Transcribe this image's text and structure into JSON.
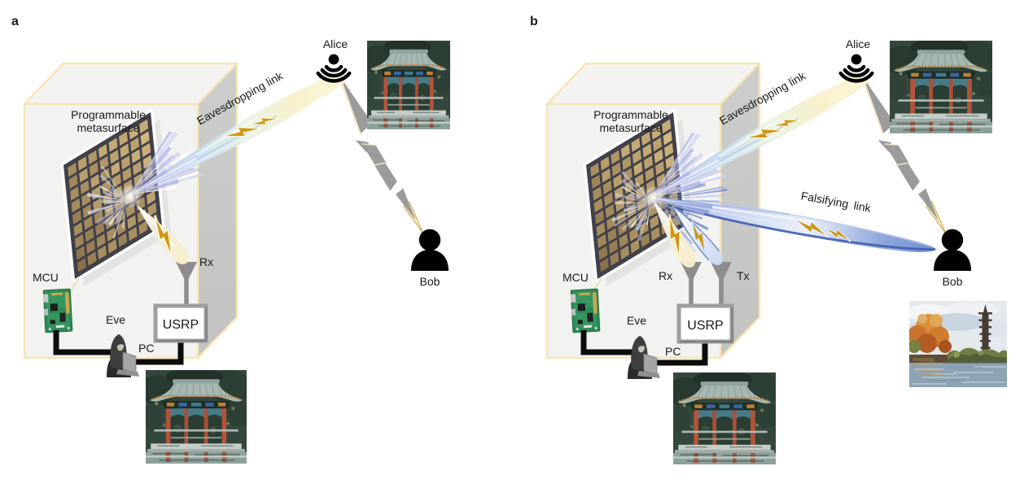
{
  "figure": {
    "type": "scientific-diagram",
    "description": "Two-panel schematic of a programmable-metasurface eavesdropping (a) and falsifying (b) attack between Alice and Bob, controlled by Eve",
    "panels": [
      {
        "id": "a",
        "letter": "a",
        "labels": {
          "metasurface_line1": "Programmable",
          "metasurface_line2": "metasurface",
          "eavesdropping_link": "Eavesdropping link",
          "alice": "Alice",
          "bob": "Bob",
          "mcu": "MCU",
          "eve": "Eve",
          "pc": "PC",
          "usrp": "USRP",
          "rx": "Rx"
        }
      },
      {
        "id": "b",
        "letter": "b",
        "labels": {
          "metasurface_line1": "Programmable",
          "metasurface_line2": "metasurface",
          "eavesdropping_link": "Eavesdropping link",
          "falsifying_link": "Falsifying link",
          "alice": "Alice",
          "bob": "Bob",
          "mcu": "MCU",
          "eve": "Eve",
          "pc": "PC",
          "usrp": "USRP",
          "rx": "Rx",
          "tx": "Tx"
        }
      }
    ],
    "colors": {
      "box_edge_cream": "#f8e5b4",
      "box_front": "#f2f2f0",
      "box_top": "#f4f3f2",
      "box_side_gray": "#c8c8c7",
      "metasurface_board": "#41414b",
      "metasurface_gold": "#a8915c",
      "beam_lavender": "#b4b9ea",
      "beam_cyan": "#d4e9f1",
      "beam_cream": "#f8f1d4",
      "falsify_blue": "#4a68b8",
      "bolt_gold": "#cd9712",
      "alice_bob_gray": "#9b9b9b",
      "cable_black": "#0c0c0c"
    }
  }
}
